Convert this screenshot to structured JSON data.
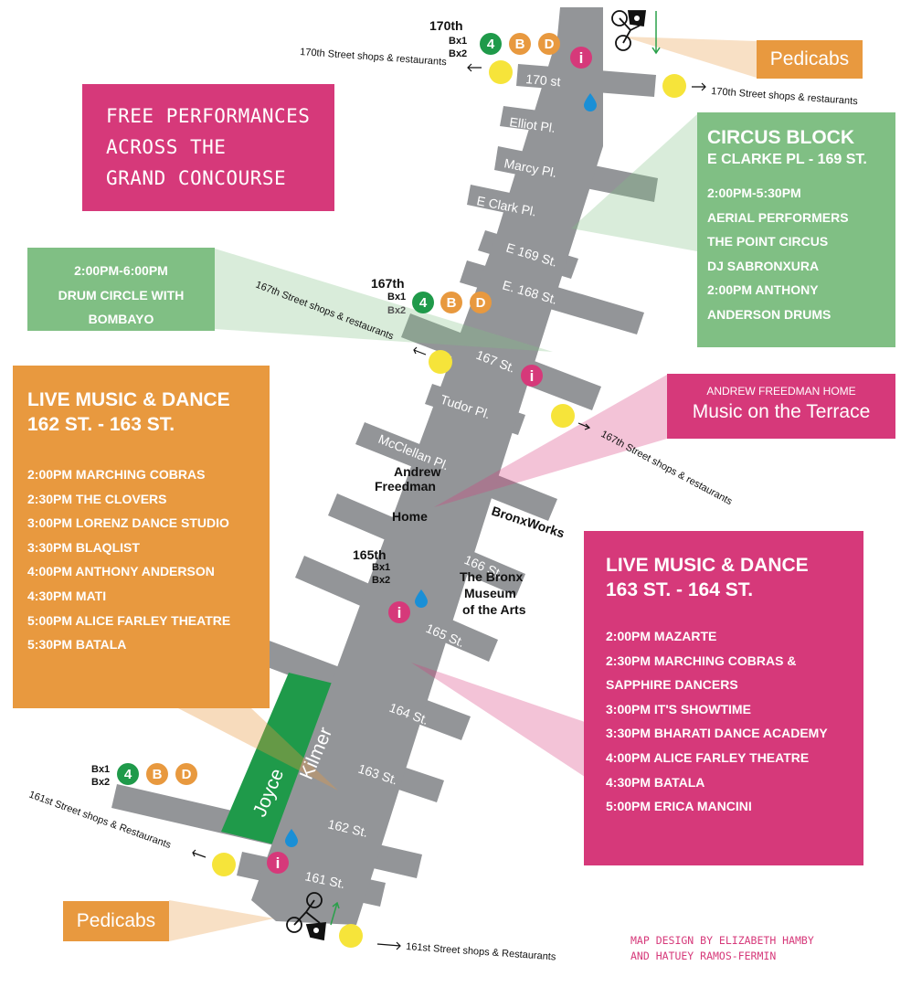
{
  "title_box": {
    "lines": [
      "FREE PERFORMANCES",
      "ACROSS THE",
      "GRAND CONCOURSE"
    ]
  },
  "circus_block": {
    "title": "CIRCUS BLOCK",
    "subtitle": "E CLARKE PL - 169 ST.",
    "items": [
      "2:00PM-5:30PM",
      "AERIAL PERFORMERS",
      "THE POINT CIRCUS",
      "DJ SABRONXURA",
      "2:00PM ANTHONY",
      "ANDERSON DRUMS"
    ]
  },
  "drum_circle": {
    "lines": [
      "2:00PM-6:00PM",
      "DRUM CIRCLE WITH",
      "BOMBAYO"
    ]
  },
  "live_162": {
    "title_lines": [
      "LIVE MUSIC & DANCE",
      "162 ST. - 163 ST."
    ],
    "items": [
      "2:00PM MARCHING COBRAS",
      "2:30PM THE CLOVERS",
      "3:00PM LORENZ DANCE STUDIO",
      "3:30PM BLAQLIST",
      "4:00PM ANTHONY ANDERSON",
      "4:30PM MATI",
      "5:00PM ALICE FARLEY THEATRE",
      "5:30PM BATALA"
    ]
  },
  "live_163": {
    "title_lines": [
      "LIVE MUSIC & DANCE",
      "163 ST. - 164 ST."
    ],
    "items": [
      "2:00PM MAZARTE",
      "2:30PM MARCHING COBRAS &",
      "SAPPHIRE DANCERS",
      "3:00PM IT'S SHOWTIME",
      "3:30PM BHARATI DANCE ACADEMY",
      "4:00PM ALICE FARLEY THEATRE",
      "4:30PM  BATALA",
      "5:00PM ERICA MANCINI"
    ]
  },
  "freedman_box": {
    "small": "ANDREW FREEDMAN HOME",
    "big": "Music on the Terrace"
  },
  "pedicabs": {
    "top": "Pedicabs",
    "bottom": "Pedicabs"
  },
  "credit": {
    "lines": [
      "MAP DESIGN BY ELIZABETH HAMBY",
      "AND HATUEY RAMOS-FERMIN"
    ]
  },
  "streets": {
    "s170": "170 st",
    "elliot": "Elliot Pl.",
    "marcy": "Marcy Pl.",
    "eclark": "E Clark Pl.",
    "e169": "E 169 St.",
    "e168": "E. 168 St.",
    "s167": "167 St.",
    "tudor": "Tudor Pl.",
    "mcclellan": "McClellan Pl.",
    "s166": "166 St.",
    "s165": "165 St.",
    "s164": "164 St.",
    "s163": "163 St.",
    "s162": "162 St.",
    "s161": "161 St."
  },
  "park": {
    "joyce": "Joyce",
    "kilmer": "Kilmer"
  },
  "landmarks": {
    "freedman": [
      "Andrew",
      "Freedman",
      "Home"
    ],
    "bronxworks": "BronxWorks",
    "museum": [
      "The Bronx",
      "Museum",
      "of the Arts"
    ]
  },
  "stations": {
    "s170": {
      "name": "170th",
      "bus": [
        "Bx1",
        "Bx2"
      ],
      "trains": [
        "4",
        "B",
        "D"
      ]
    },
    "s167": {
      "name": "167th",
      "bus": [
        "Bx1",
        "Bx2"
      ],
      "trains": [
        "4",
        "B",
        "D"
      ]
    },
    "s165": {
      "name": "165th",
      "bus": [
        "Bx1",
        "Bx2"
      ]
    },
    "s161": {
      "bus": [
        "Bx1",
        "Bx2"
      ],
      "trains": [
        "4",
        "B",
        "D"
      ]
    }
  },
  "shops": {
    "s170_left": "170th Street shops & restaurants",
    "s170_right": "170th Street shops & restaurants",
    "s167_left": "167th Street shops & restaurants",
    "s167_right": "167th Street shops & restaurants",
    "s161_left": "161st Street shops & Restaurants",
    "s161_right": "161st Street shops & Restaurants"
  },
  "icons": {
    "info": "i",
    "info_icon": "info-icon",
    "water_icon": "water-drop-icon",
    "bike_icon": "pedicab-icon"
  },
  "colors": {
    "road": "#939598",
    "pink": "#d6397a",
    "green": "#80bf84",
    "orange": "#e8993f",
    "park": "#1f9a4a",
    "yellow": "#f6e43a",
    "train_green": "#1f9a4a",
    "train_orange": "#e8993f",
    "water": "#1a8fd6"
  }
}
